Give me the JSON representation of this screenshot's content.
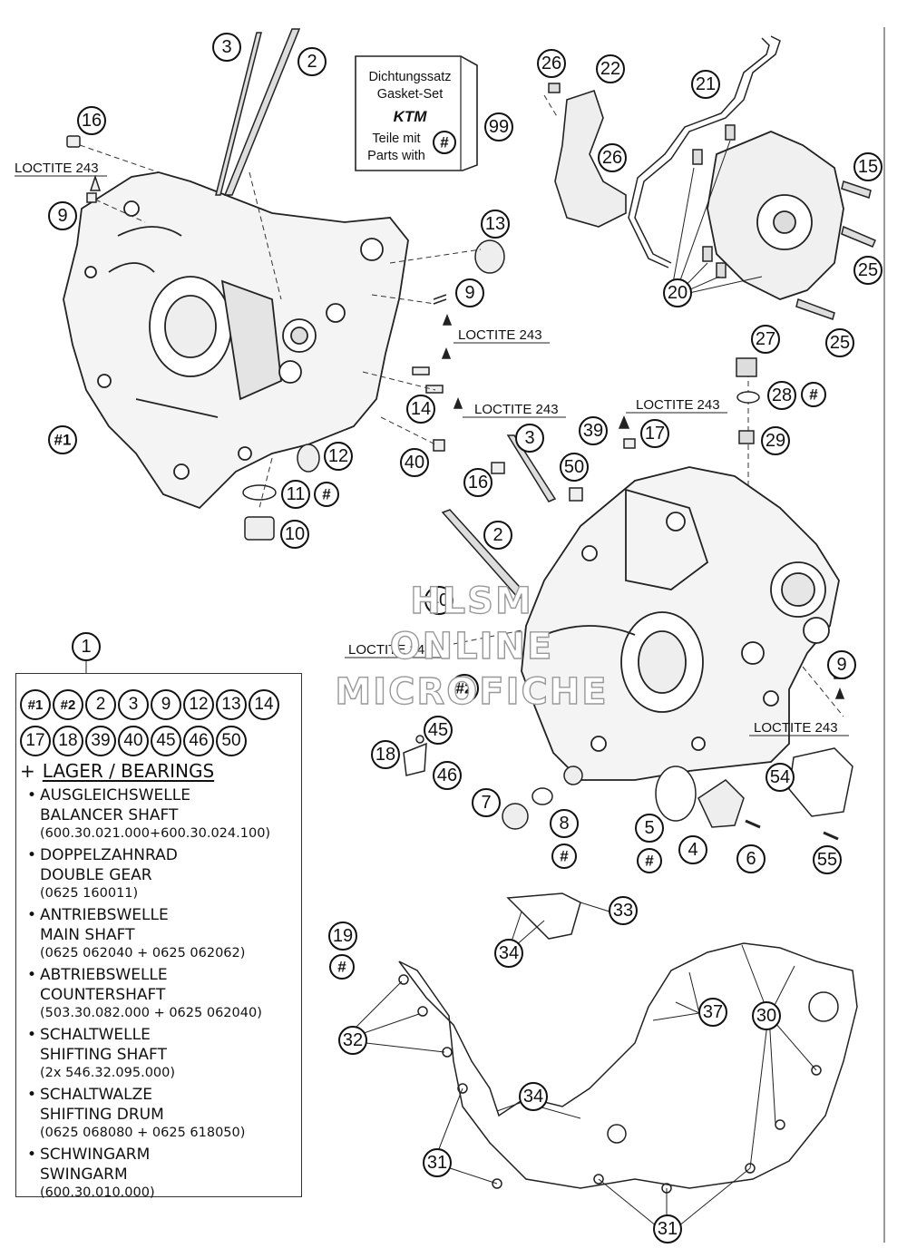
{
  "gasket_box": {
    "line1": "Dichtungssatz",
    "line2": "Gasket-Set",
    "logo": "KTM",
    "line3": "Teile mit",
    "line4": "Parts with",
    "hash": "#",
    "ref": "99"
  },
  "loctite": [
    "LOCTITE 243",
    "LOCTITE 243",
    "LOCTITE 243",
    "LOCTITE 243",
    "LOCTITE 243",
    "LOCTITE 243"
  ],
  "callouts": [
    "3",
    "2",
    "16",
    "9",
    "13",
    "9",
    "14",
    "40",
    "12",
    "11",
    "#",
    "10",
    "#1",
    "26",
    "22",
    "26",
    "21",
    "15",
    "25",
    "20",
    "25",
    "27",
    "28",
    "#",
    "29",
    "39",
    "17",
    "3",
    "16",
    "50",
    "2",
    "40",
    "#2",
    "9",
    "45",
    "18",
    "46",
    "7",
    "8",
    "#",
    "5",
    "#",
    "4",
    "6",
    "54",
    "55",
    "33",
    "34",
    "19",
    "#",
    "32",
    "37",
    "30",
    "34",
    "31",
    "31"
  ],
  "legend": {
    "ref": "1",
    "row1": [
      "#1",
      "#2",
      "2",
      "3",
      "9",
      "12",
      "13",
      "14"
    ],
    "row2": [
      "17",
      "18",
      "39",
      "40",
      "45",
      "46",
      "50"
    ],
    "bearings_plus": "+",
    "bearings_title": "LAGER / BEARINGS",
    "items": [
      {
        "de": "AUSGLEICHSWELLE",
        "en": "BALANCER SHAFT",
        "pn": "(600.30.021.000+600.30.024.100)"
      },
      {
        "de": "DOPPELZAHNRAD",
        "en": "DOUBLE GEAR",
        "pn": "(0625 160011)"
      },
      {
        "de": "ANTRIEBSWELLE",
        "en": "MAIN SHAFT",
        "pn": "(0625 062040 + 0625 062062)"
      },
      {
        "de": "ABTRIEBSWELLE",
        "en": "COUNTERSHAFT",
        "pn": "(503.30.082.000 + 0625 062040)"
      },
      {
        "de": "SCHALTWELLE",
        "en": "SHIFTING SHAFT",
        "pn": "(2x 546.32.095.000)"
      },
      {
        "de": "SCHALTWALZE",
        "en": "SHIFTING DRUM",
        "pn": "(0625 068080 + 0625 618050)"
      },
      {
        "de": "SCHWINGARM",
        "en": "SWINGARM",
        "pn": "(600.30.010.000)"
      }
    ]
  },
  "watermark": {
    "line1": "HLSM",
    "line2": "ONLINE",
    "line3": "MICROFICHE"
  }
}
